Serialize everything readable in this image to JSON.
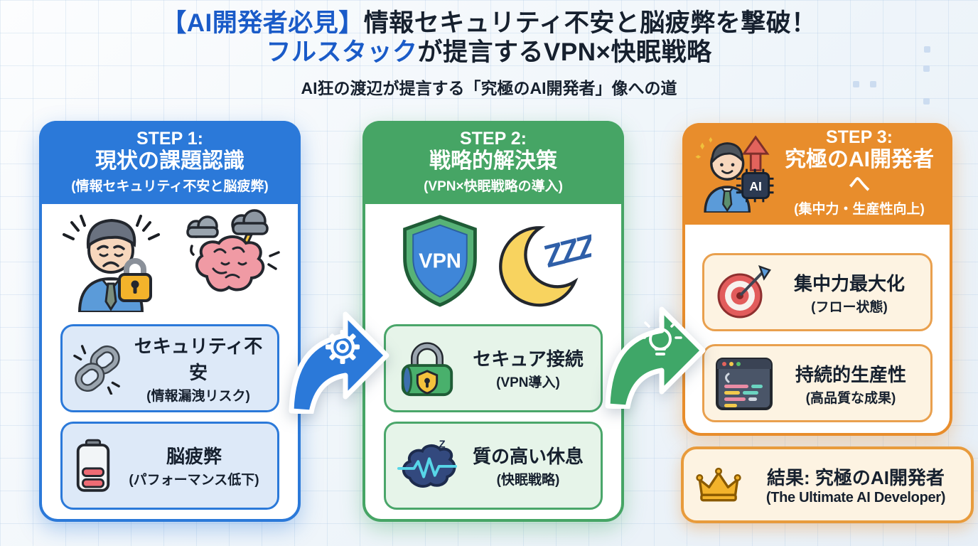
{
  "title": {
    "line1_accent": "【AI開発者必見】",
    "line1_rest": "情報セキュリティ不安と脳疲弊を撃破！",
    "line2_accent": "フルスタック",
    "line2_rest": "が提言するVPN×快眠戦略",
    "subtitle": "AI狂の渡辺が提言する「究極のAI開発者」像への道"
  },
  "colors": {
    "title_accent": "#1a5bc8",
    "text_dark": "#16202e",
    "step1_accent": "#2b79d9",
    "step2_accent": "#46a565",
    "step3_accent": "#e88d2c",
    "step1_item_bg": "#dde9f8",
    "step2_item_bg": "#e6f4e9",
    "step3_item_bg": "#fdf3e2"
  },
  "labels": {
    "vpn": "VPN",
    "ai_chip": "AI",
    "zzz": "ZZZ"
  },
  "steps": [
    {
      "step_label": "STEP 1:",
      "title": "現状の課題認識",
      "subtitle": "(情報セキュリティ不安と脳疲弊)",
      "icons": [
        "stressed-person-icon",
        "storm-brain-icon"
      ],
      "items": [
        {
          "icon": "broken-chain-icon",
          "title": "セキュリティ不安",
          "subtitle": "(情報漏洩リスク)"
        },
        {
          "icon": "low-battery-icon",
          "title": "脳疲弊",
          "subtitle": "(パフォーマンス低下)"
        }
      ]
    },
    {
      "step_label": "STEP 2:",
      "title": "戦略的解決策",
      "subtitle": "(VPN×快眠戦略の導入)",
      "icons": [
        "vpn-shield-icon",
        "sleep-moon-icon"
      ],
      "items": [
        {
          "icon": "secure-lock-icon",
          "title": "セキュア接続",
          "subtitle": "(VPN導入)"
        },
        {
          "icon": "sleep-brain-icon",
          "title": "質の高い休息",
          "subtitle": "(快眠戦略)"
        }
      ]
    },
    {
      "step_label": "STEP 3:",
      "title": "究極のAI開発者へ",
      "subtitle": "(集中力・生産性向上)",
      "icons": [
        "ai-developer-avatar-icon"
      ],
      "items": [
        {
          "icon": "target-icon",
          "title": "集中力最大化",
          "subtitle": "(フロー状態)"
        },
        {
          "icon": "code-window-icon",
          "title": "持続的生産性",
          "subtitle": "(高品質な成果)"
        }
      ]
    }
  ],
  "arrows": [
    {
      "icon": "gear-icon"
    },
    {
      "icon": "lightbulb-icon"
    }
  ],
  "result": {
    "icon": "crown-icon",
    "title": "結果: 究極のAI開発者",
    "subtitle": "(The Ultimate AI Developer)"
  }
}
